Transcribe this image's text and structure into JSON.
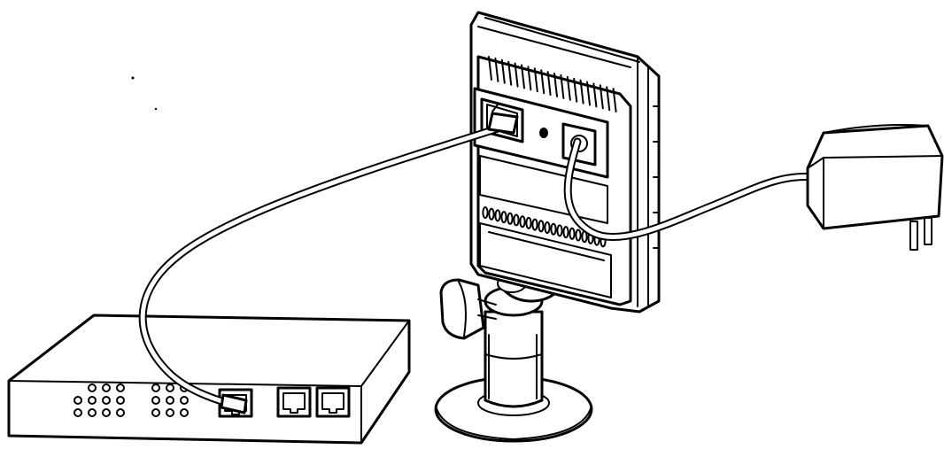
{
  "figure": {
    "background": "#ffffff",
    "stroke": "#000000",
    "components": [
      "network-switch",
      "ip-camera",
      "camera-stand",
      "ethernet-cable",
      "power-adapter",
      "power-cable"
    ]
  }
}
